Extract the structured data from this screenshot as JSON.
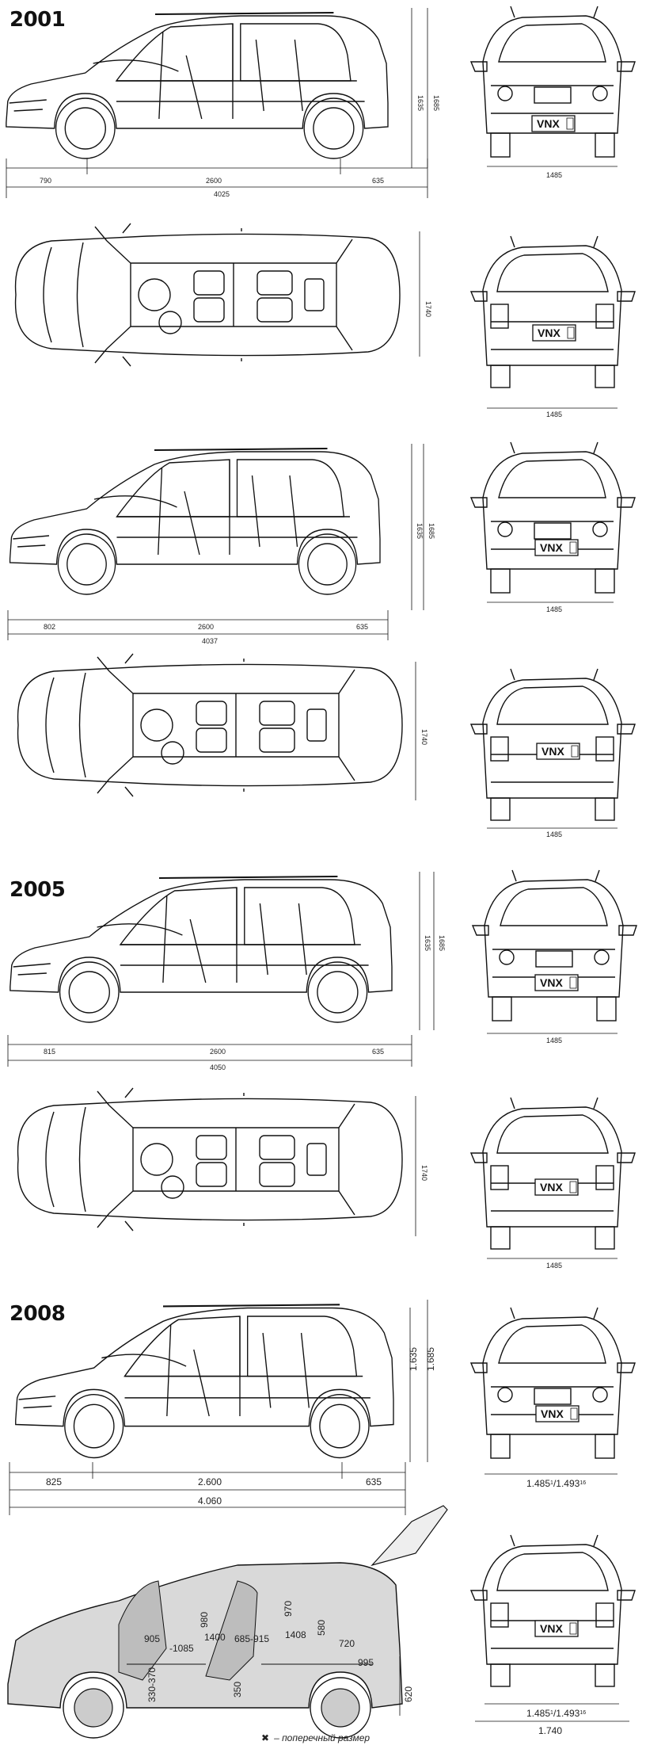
{
  "years": [
    "2001",
    "2005",
    "2008"
  ],
  "plate": "VNX",
  "rows": [
    {
      "id": "2001-side",
      "dims": {
        "front_overhang": "790",
        "wheelbase": "2600",
        "rear_overhang": "635",
        "length": "4025",
        "height1": "1635",
        "height2": "1685"
      },
      "front_width": "1485"
    },
    {
      "id": "2001-top",
      "dims": {
        "width": "1740"
      },
      "rear_width": "1485"
    },
    {
      "id": "2001b-side",
      "dims": {
        "front_overhang": "802",
        "wheelbase": "2600",
        "rear_overhang": "635",
        "length": "4037",
        "height1": "1635",
        "height2": "1685"
      },
      "front_width": "1485"
    },
    {
      "id": "2001b-top",
      "dims": {
        "width": "1740"
      },
      "rear_width": "1485"
    },
    {
      "id": "2005-side",
      "dims": {
        "front_overhang": "815",
        "wheelbase": "2600",
        "rear_overhang": "635",
        "length": "4050",
        "height1": "1635",
        "height2": "1685"
      },
      "front_width": "1485"
    },
    {
      "id": "2005-top",
      "dims": {
        "width": "1740"
      },
      "rear_width": "1485"
    },
    {
      "id": "2008-side",
      "dims": {
        "front_overhang": "825",
        "wheelbase": "2.600",
        "rear_overhang": "635",
        "length": "4.060",
        "height1": "1.635",
        "height2": "1.685"
      },
      "front_width": "1.485",
      "front_width_sup1": "1",
      "front_width_sep": "/1.493",
      "front_width_sup2": "16"
    },
    {
      "id": "2008-interior",
      "interior": {
        "d905": "905",
        "d1085": "-1085",
        "d980": "980",
        "d1400": "1400",
        "d685": "685-915",
        "d970": "970",
        "d1408": "1408",
        "d580": "580",
        "d720": "720",
        "d995": "995",
        "d330": "330-370",
        "d350": "350",
        "d620": "620"
      },
      "rear_width": "1.485",
      "rear_width_sup1": "1",
      "rear_width_sep": "/1.493",
      "rear_width_sup2": "16",
      "overall_width": "1.740"
    }
  ],
  "legend": {
    "symbol": "✖",
    "text": "– поперечный размер"
  }
}
